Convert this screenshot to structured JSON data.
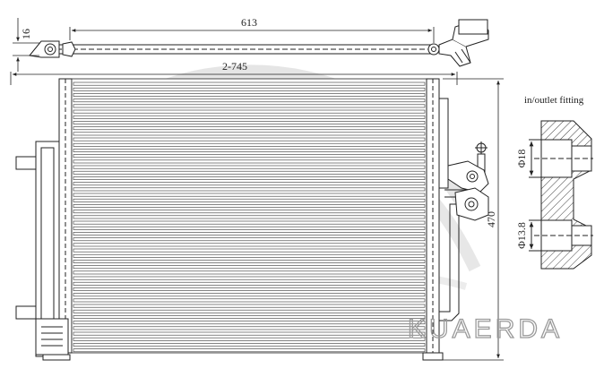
{
  "dimensions": {
    "top_bar_length": "613",
    "core_width": "2-745",
    "bracket_offset": "16",
    "height": "470",
    "fitting_dia_1": "Φ18",
    "fitting_dia_2": "Φ13.8"
  },
  "fitting_label": "in/outlet fitting",
  "watermark": "KUAERDA",
  "colors": {
    "line": "#222222",
    "hatch": "#444444",
    "watermark": "#c8c8c8"
  }
}
